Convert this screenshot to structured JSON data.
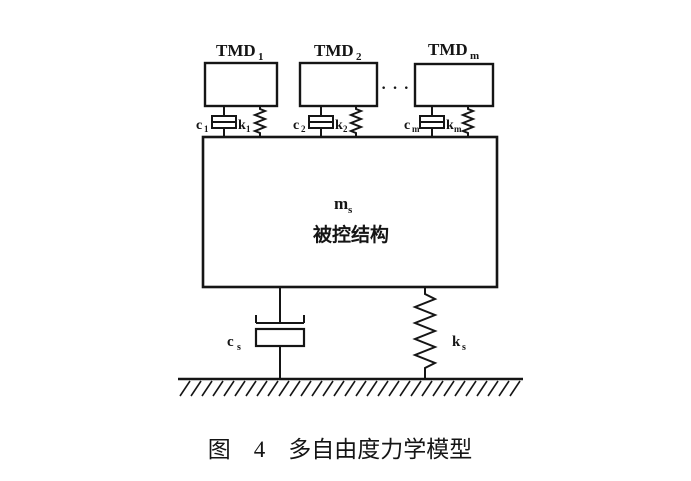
{
  "colors": {
    "ink": "#151515",
    "paper": "#ffffff"
  },
  "figure": {
    "caption": "图　4　多自由度力学模型",
    "ellipsis": "· · ·",
    "tmds": [
      {
        "label": "TMD",
        "sub": "1",
        "damper": "c",
        "damper_sub": "1",
        "spring": "k",
        "spring_sub": "1"
      },
      {
        "label": "TMD",
        "sub": "2",
        "damper": "c",
        "damper_sub": "2",
        "spring": "k",
        "spring_sub": "2"
      },
      {
        "label": "TMD",
        "sub": "m",
        "damper": "c",
        "damper_sub": "m",
        "spring": "k",
        "spring_sub": "m"
      }
    ],
    "structure": {
      "mass": "m",
      "mass_sub": "s",
      "name": "被控结构"
    },
    "base": {
      "damper": "c",
      "damper_sub": "s",
      "spring": "k",
      "spring_sub": "s"
    }
  }
}
